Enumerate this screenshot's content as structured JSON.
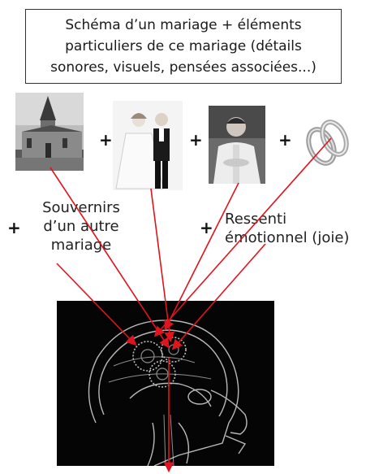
{
  "title_text": "Schéma d’un mariage + éléments particuliers de ce mariage (détails sonores, visuels, pensées associées...)",
  "plus_sign": "+",
  "labels": {
    "memories": "Souvernirs d’un autre mariage",
    "feeling": "Ressenti émotionnel (joie)"
  },
  "images": [
    "church-photo",
    "bride-groom-photo",
    "priest-photo",
    "rings-photo",
    "xray-head-image"
  ],
  "colors": {
    "arrows": "#e0141e",
    "border": "#333333"
  }
}
